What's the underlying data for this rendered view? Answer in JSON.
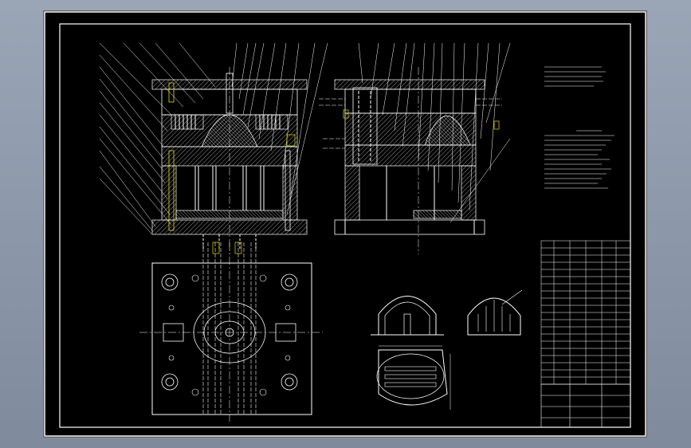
{
  "drawing": {
    "colors": {
      "background": "#000000",
      "outer_frame": "#8b97a9",
      "line": "#ffffff",
      "hatch": "#ffffff",
      "accent_yellow": "#e8e000",
      "accent_green": "#4cff4c"
    },
    "views": [
      "main-section-view",
      "side-section-view",
      "bottom-plan-view",
      "part-detail-views",
      "technical-notes",
      "parts-list",
      "title-block"
    ]
  }
}
